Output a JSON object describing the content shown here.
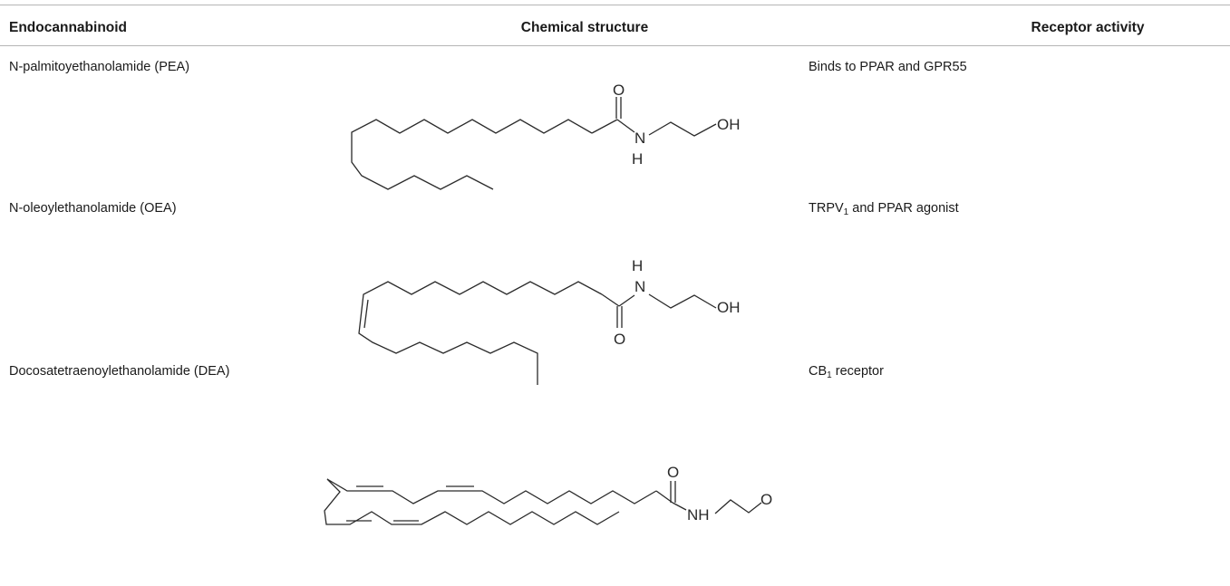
{
  "table": {
    "headers": {
      "name": "Endocannabinoid",
      "structure": "Chemical structure",
      "activity": "Receptor activity"
    },
    "rows": [
      {
        "name": "N-palmitoyethanolamide (PEA)",
        "activity": {
          "text": "Binds to PPAR and GPR55"
        },
        "structure_labels": {
          "oxygen": "O",
          "nitrogen": "N",
          "hydrogen": "H",
          "hydroxyl": "OH"
        }
      },
      {
        "name": "N-oleoylethanolamide (OEA)",
        "activity": {
          "pre": "TRPV",
          "sub": "1",
          "post": " and PPAR agonist"
        },
        "structure_labels": {
          "hydrogen": "H",
          "nitrogen": "N",
          "hydroxyl": "OH",
          "oxygen": "O"
        }
      },
      {
        "name": "Docosatetraenoylethanolamide (DEA)",
        "activity": {
          "pre": "CB",
          "sub": "1",
          "post": " receptor"
        },
        "structure_labels": {
          "oxygen": "O",
          "amide": "NH",
          "terminal": "O"
        }
      }
    ]
  }
}
